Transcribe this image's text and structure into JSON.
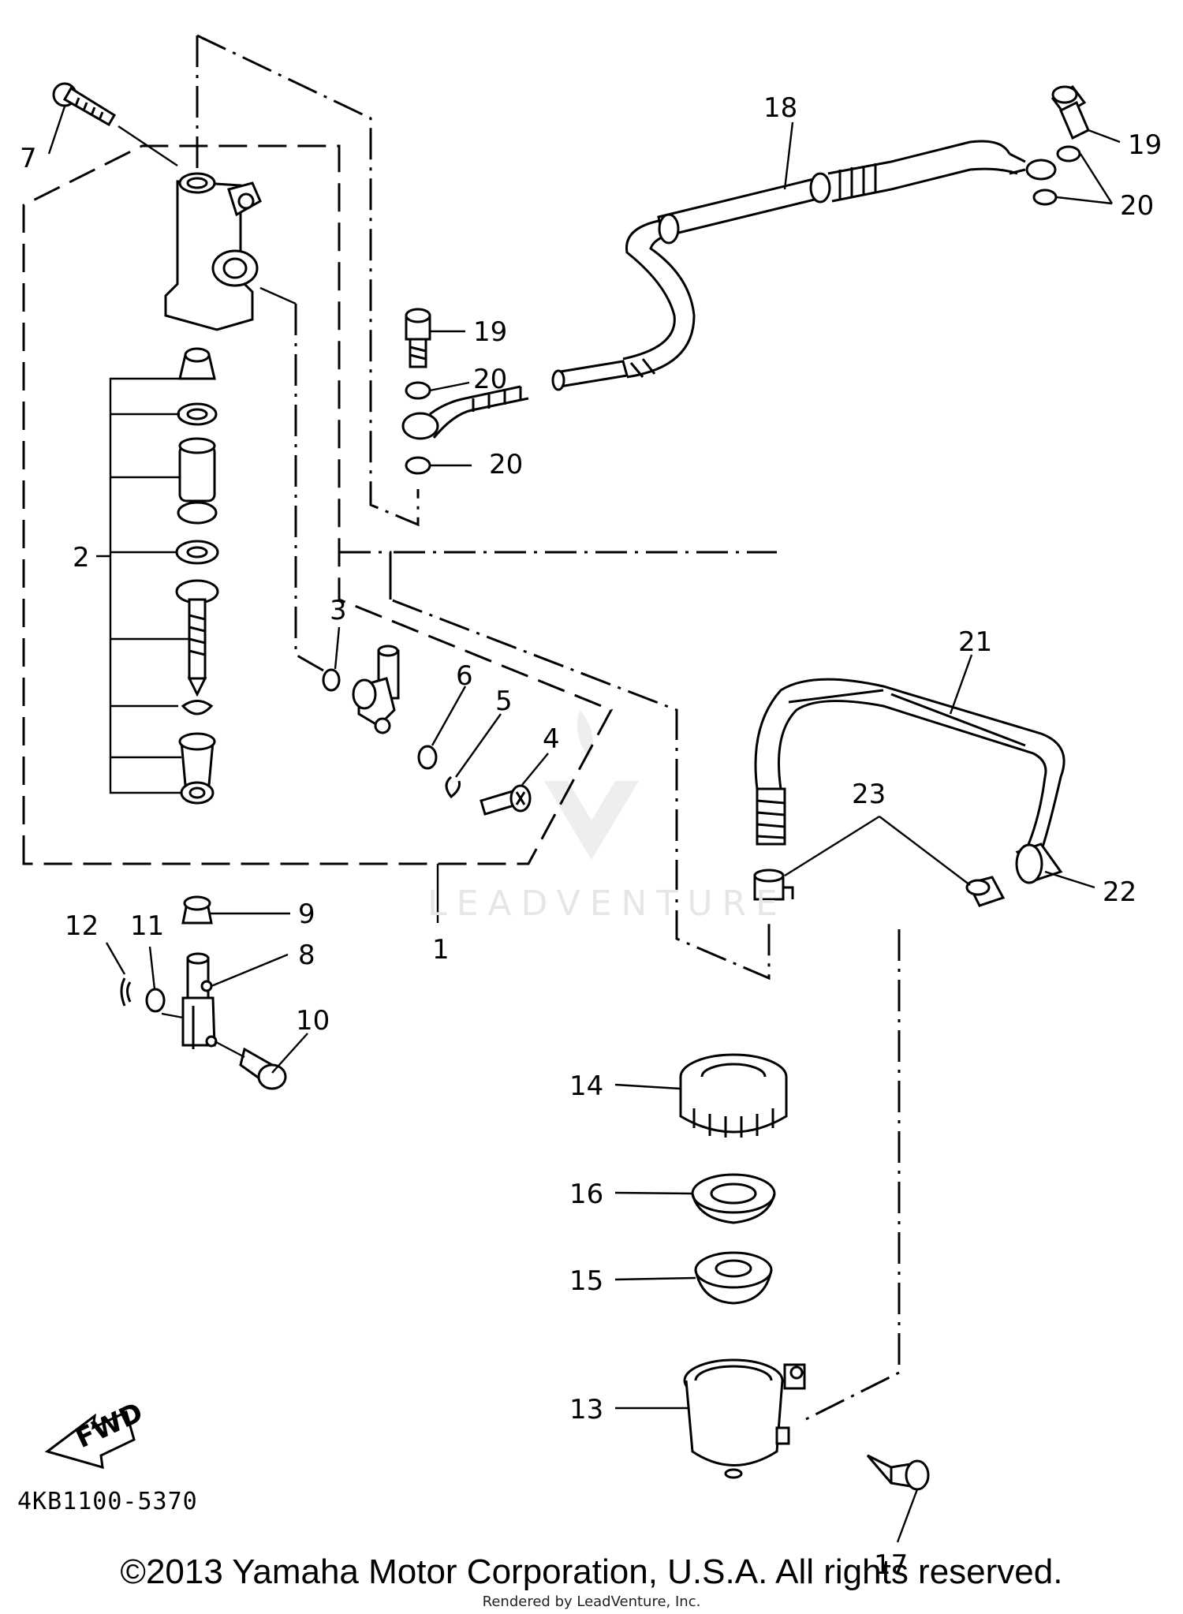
{
  "callouts": {
    "c1": "1",
    "c2": "2",
    "c3": "3",
    "c4": "4",
    "c5": "5",
    "c6": "6",
    "c7": "7",
    "c8": "8",
    "c9": "9",
    "c10": "10",
    "c11": "11",
    "c12": "12",
    "c13": "13",
    "c14": "14",
    "c15": "15",
    "c16": "16",
    "c17": "17",
    "c18": "18",
    "c19a": "19",
    "c19b": "19",
    "c20a": "20",
    "c20b": "20",
    "c20c": "20",
    "c21": "21",
    "c22": "22",
    "c23": "23"
  },
  "fwd_label": "FWD",
  "diagram_code": "4KB1100-5370",
  "watermark": "LEADVENTURE",
  "copyright": "©2013 Yamaha Motor Corporation, U.S.A. All rights reserved.",
  "rendered_by": "Rendered by LeadVenture, Inc."
}
